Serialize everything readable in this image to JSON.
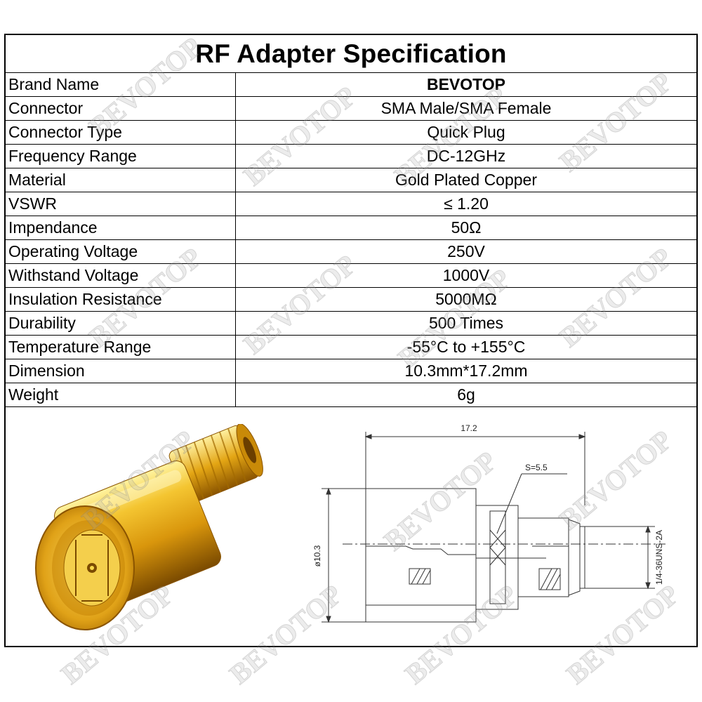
{
  "title": "RF Adapter Specification",
  "specs": [
    {
      "label": "Brand Name",
      "value": "BEVOTOP"
    },
    {
      "label": "Connector",
      "value": "SMA Male/SMA Female"
    },
    {
      "label": "Connector Type",
      "value": "Quick Plug"
    },
    {
      "label": "Frequency Range",
      "value": "DC-12GHz"
    },
    {
      "label": "Material",
      "value": "Gold Plated Copper"
    },
    {
      "label": "VSWR",
      "value": "≤ 1.20"
    },
    {
      "label": "Impendance",
      "value": "50Ω"
    },
    {
      "label": "Operating Voltage",
      "value": "250V"
    },
    {
      "label": "Withstand Voltage",
      "value": "1000V"
    },
    {
      "label": "Insulation Resistance",
      "value": "5000MΩ"
    },
    {
      "label": "Durability",
      "value": "500 Times"
    },
    {
      "label": "Temperature Range",
      "value": "-55°C to +155°C"
    },
    {
      "label": "Dimension",
      "value": "10.3mm*17.2mm"
    },
    {
      "label": "Weight",
      "value": "6g"
    }
  ],
  "drawing": {
    "length_label": "17.2",
    "hex_label": "S=5.5",
    "diameter_label": "ø10.3",
    "thread_label": "1/4-36UNS-2A"
  },
  "watermark": "BEVOTOP",
  "colors": {
    "gold_light": "#f7d84a",
    "gold_mid": "#e3a514",
    "gold_dark": "#9a6200",
    "border": "#000000"
  }
}
